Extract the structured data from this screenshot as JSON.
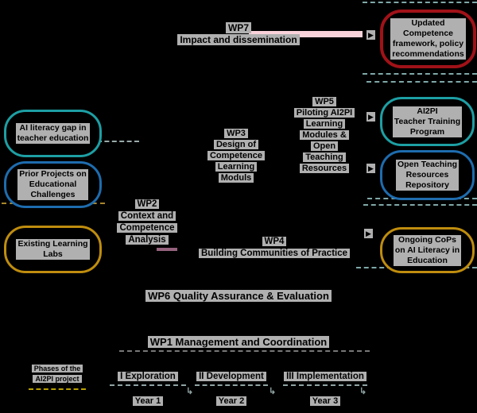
{
  "diagram": {
    "icons": {
      "arrowhead": "▶",
      "elbow": "↳"
    },
    "accents": {
      "pink_edge": "#f9d3da",
      "purple_dash": "#96627e",
      "dashed": "#7fa8a8",
      "halo": "#b0b0b0"
    },
    "inputs": [
      {
        "label": "AI literacy gap in\nteacher education",
        "border": "#1d9fa4"
      },
      {
        "label": "Prior Projects on\nEducational\nChallenges",
        "border": "#1e6cae"
      },
      {
        "label": "Existing Learning\nLabs",
        "border": "#bf8d0e"
      }
    ],
    "workpackages": [
      {
        "id": "WP7",
        "label": "WP7\nImpact and dissemination"
      },
      {
        "id": "WP3",
        "label": "WP3\nDesign of\nCompetence\nLearning\nModuls"
      },
      {
        "id": "WP2",
        "label": "WP2\nContext and\nCompetence\nAnalysis"
      },
      {
        "id": "WP5",
        "label": "WP5\nPiloting AI2PI\nLearning\nModules &\nOpen\nTeaching\nResources"
      },
      {
        "id": "WP4",
        "label": "WP4\nBuilding Communities of Practice"
      },
      {
        "id": "WP6",
        "label": "WP6 Quality Assurance & Evaluation"
      },
      {
        "id": "WP1",
        "label": "WP1 Management and Coordination"
      }
    ],
    "outputs": [
      {
        "label": "Updated\nCompetence\nframework, policy\nrecommendations",
        "border": "#a01218"
      },
      {
        "label": "AI2PI\nTeacher Training\nProgram",
        "border": "#1d9fa4"
      },
      {
        "label": "Open Teaching\nResources\nRepository",
        "border": "#1e6cae"
      },
      {
        "label": "Ongoing CoPs\non AI Literacy in\nEducation",
        "border": "#bf8d0e"
      }
    ],
    "timeline": {
      "caption": "Phases of the\nAI2PI project",
      "phases": [
        {
          "label": "I Exploration",
          "year": "Year 1"
        },
        {
          "label": "II Development",
          "year": "Year 2"
        },
        {
          "label": "III Implementation",
          "year": "Year 3"
        }
      ]
    }
  }
}
